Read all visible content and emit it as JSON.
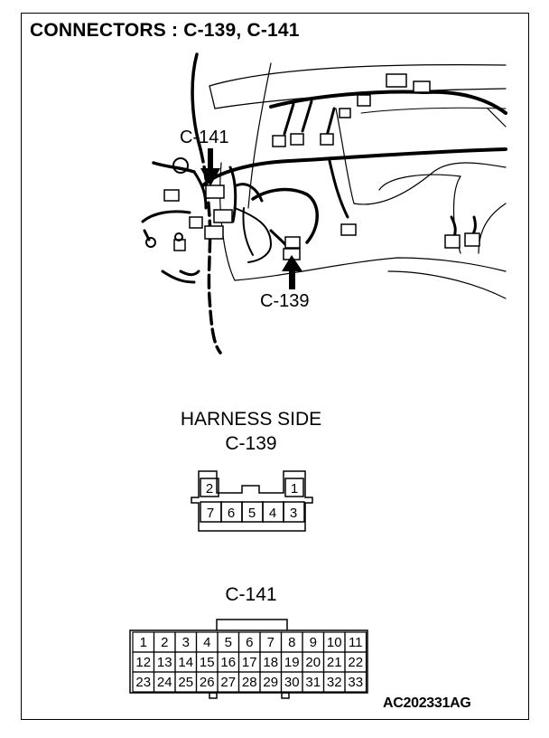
{
  "title": "CONNECTORS : C-139, C-141",
  "illustration": {
    "callout_upper": "C-141",
    "callout_lower": "C-139"
  },
  "harness_side_label": "HARNESS SIDE",
  "connector_c139": {
    "label": "C-139",
    "top_row": [
      "2",
      "",
      "1"
    ],
    "bottom_row": [
      "7",
      "6",
      "5",
      "4",
      "3"
    ]
  },
  "connector_c141": {
    "label": "C-141",
    "rows": [
      [
        "1",
        "2",
        "3",
        "4",
        "5",
        "6",
        "7",
        "8",
        "9",
        "10",
        "11"
      ],
      [
        "12",
        "13",
        "14",
        "15",
        "16",
        "17",
        "18",
        "19",
        "20",
        "21",
        "22"
      ],
      [
        "23",
        "24",
        "25",
        "26",
        "27",
        "28",
        "29",
        "30",
        "31",
        "32",
        "33"
      ]
    ]
  },
  "figure_code": "AC202331AG"
}
